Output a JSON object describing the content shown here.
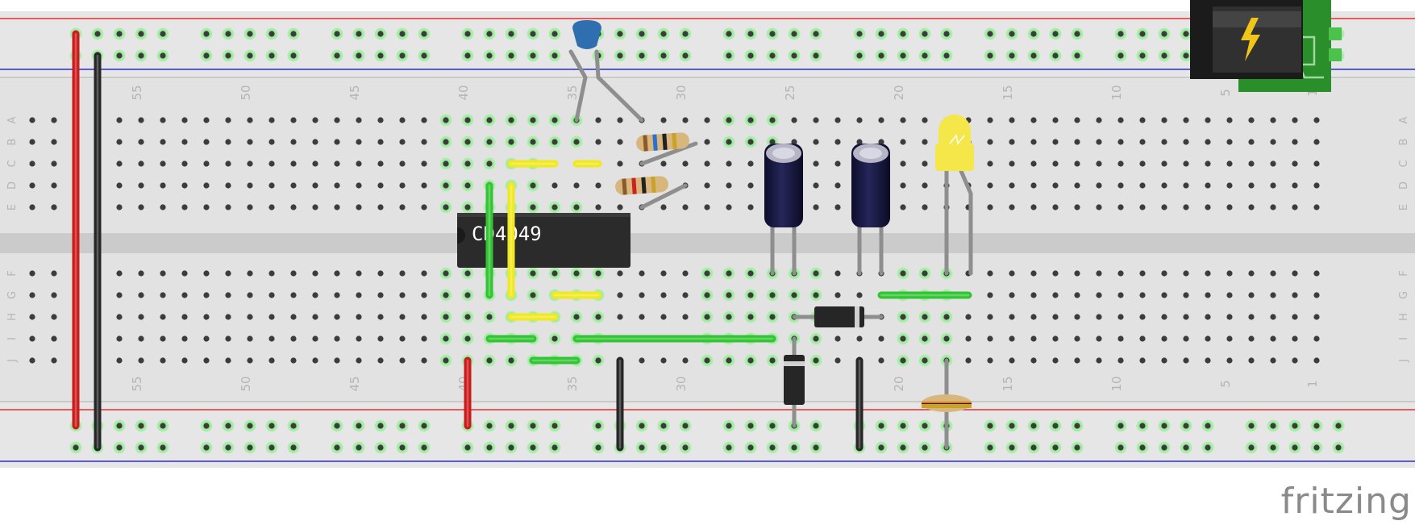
{
  "app": {
    "brand": "fritzing"
  },
  "breadboard": {
    "row_letters": [
      "A",
      "B",
      "C",
      "D",
      "E",
      "F",
      "G",
      "H",
      "I",
      "J"
    ],
    "column_numbers": [
      "55",
      "50",
      "45",
      "40",
      "35",
      "30",
      "25",
      "20",
      "15",
      "10",
      "5",
      "1"
    ]
  },
  "chip": {
    "label": "CD4049"
  },
  "power_jack": {
    "icon": "lightning-bolt-icon"
  },
  "colors": {
    "board": "#e2e2e2",
    "hole": "#3c3c3c",
    "active_hole": "#5fd35f",
    "rail_red": "#e03030",
    "rail_blue": "#2b2bd4",
    "wire_red": "#cc1b1b",
    "wire_black": "#262626",
    "wire_green": "#33c433",
    "wire_yellow": "#f0e820",
    "capacitor_ceramic": "#2f6fb0",
    "capacitor_electrolytic": "#141437",
    "led": "#f5e64a",
    "jack_pcb": "#2a8f2a"
  }
}
